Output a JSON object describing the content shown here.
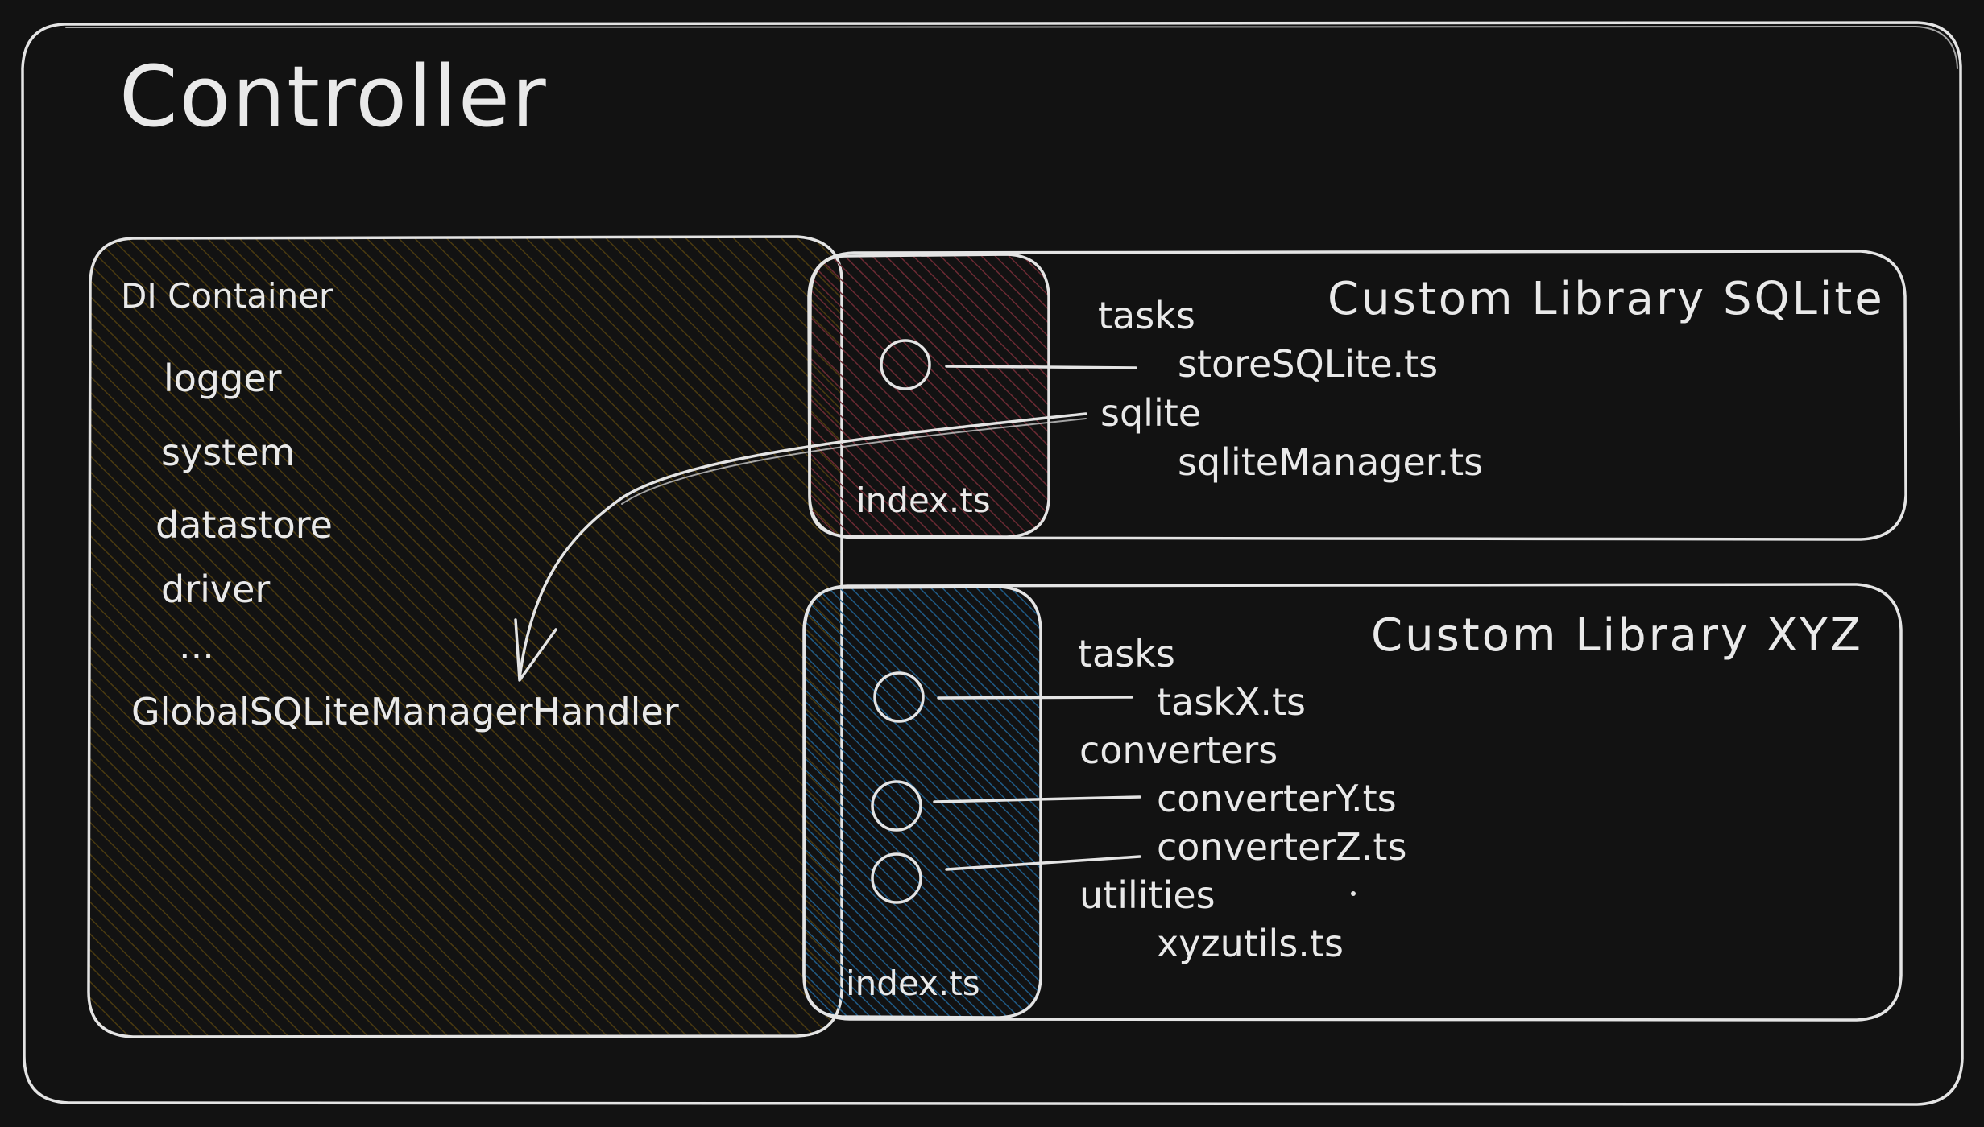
{
  "controller": {
    "title": "Controller"
  },
  "di_container": {
    "title": "DI Container",
    "items": [
      "logger",
      "system",
      "datastore",
      "driver",
      "...",
      "GlobalSQLiteManagerHandler"
    ]
  },
  "library_sqlite": {
    "title": "Custom Library SQLite",
    "index_label": "index.ts",
    "tree": [
      {
        "label": "tasks",
        "level": 0
      },
      {
        "label": "storeSQLite.ts",
        "level": 1
      },
      {
        "label": "sqlite",
        "level": 0
      },
      {
        "label": "sqliteManager.ts",
        "level": 1
      }
    ]
  },
  "library_xyz": {
    "title": "Custom Library XYZ",
    "index_label": "index.ts",
    "tree": [
      {
        "label": "tasks",
        "level": 0
      },
      {
        "label": "taskX.ts",
        "level": 1
      },
      {
        "label": "converters",
        "level": 0
      },
      {
        "label": "converterY.ts",
        "level": 1
      },
      {
        "label": "converterZ.ts",
        "level": 1
      },
      {
        "label": "utilities",
        "level": 0
      },
      {
        "label": "xyzutils.ts",
        "level": 1
      }
    ]
  },
  "colors": {
    "background": "#121212",
    "stroke": "#e4e4e4",
    "di_hatch": "#4a3a10",
    "sqlite_hatch": "#6b2a33",
    "xyz_hatch": "#1f5a86"
  }
}
